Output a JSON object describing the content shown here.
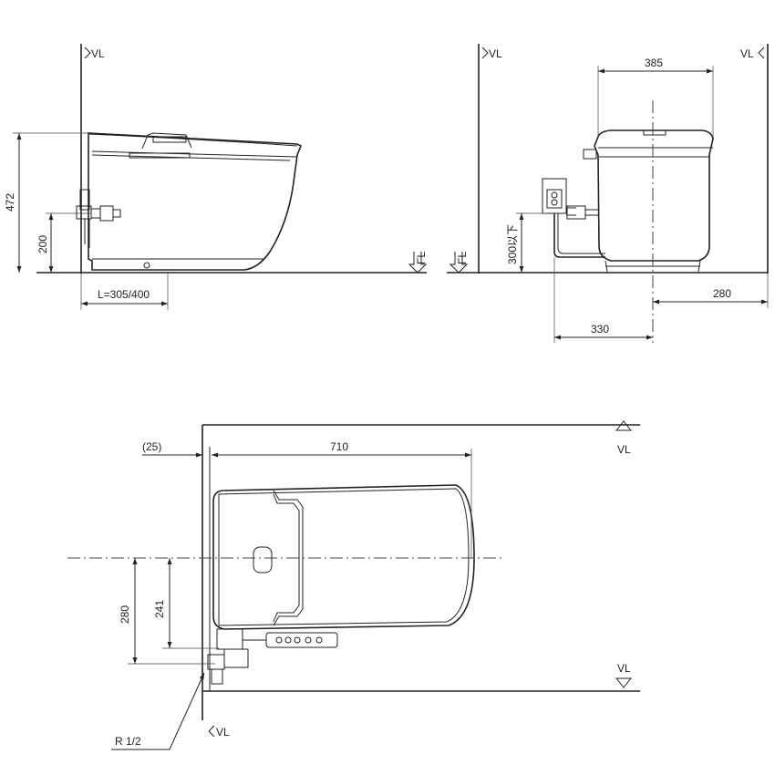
{
  "side_view": {
    "wall_label": "VL",
    "floor_label": "FL",
    "dim_height_total": "472",
    "dim_inlet_height": "200",
    "dim_length": "L=305/400"
  },
  "front_view": {
    "wall_label_left": "VL",
    "wall_label_right": "VL",
    "floor_label": "FL",
    "dim_width": "385",
    "dim_outlet_height": "300以下",
    "dim_center_offset": "280",
    "dim_inlet_offset": "330"
  },
  "plan_view": {
    "dim_gap": "(25)",
    "dim_length": "710",
    "wall_label_top": "VL",
    "wall_label_bottom": "VL",
    "wall_label_left": "VL",
    "dim_center_to_wall": "280",
    "dim_center_to_inlet": "241",
    "pipe_size": "R 1/2"
  }
}
